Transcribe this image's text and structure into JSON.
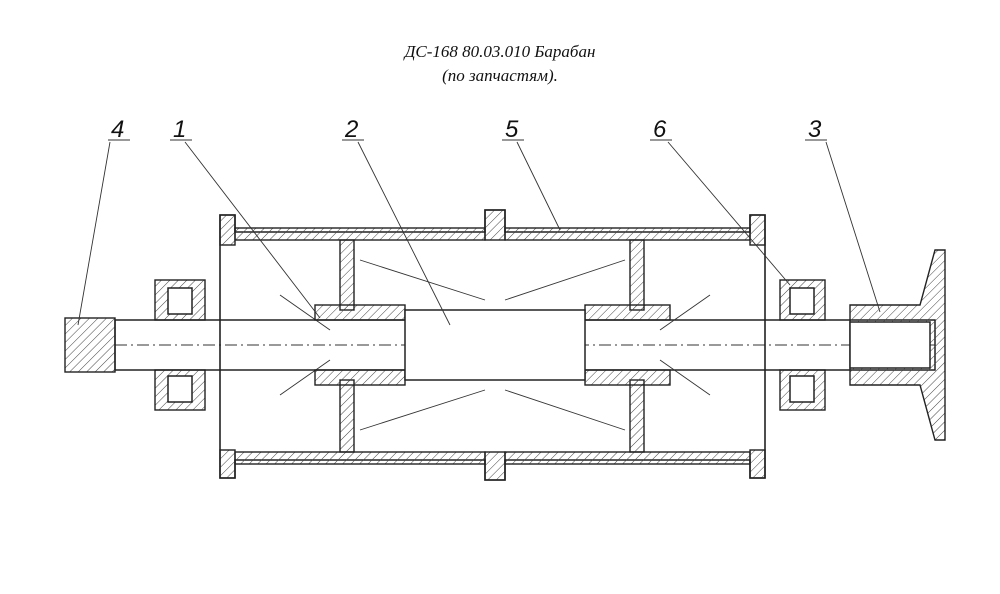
{
  "title": {
    "line1": "ДС-168 80.03.010 Барабан",
    "line2": "(по запчастям)."
  },
  "callouts": [
    {
      "id": "4",
      "label": "4"
    },
    {
      "id": "1",
      "label": "1"
    },
    {
      "id": "2",
      "label": "2"
    },
    {
      "id": "5",
      "label": "5"
    },
    {
      "id": "6",
      "label": "6"
    },
    {
      "id": "3",
      "label": "3"
    }
  ]
}
